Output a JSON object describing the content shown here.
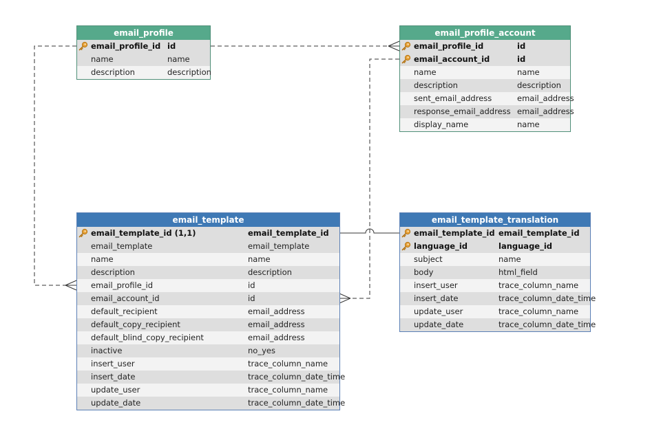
{
  "entities": [
    {
      "name": "email_profile",
      "theme": "green",
      "rows": [
        {
          "name": "email_profile_id",
          "type": "id",
          "pk": true
        },
        {
          "name": "name",
          "type": "name",
          "pk": false
        },
        {
          "name": "description",
          "type": "description",
          "pk": false
        }
      ]
    },
    {
      "name": "email_profile_account",
      "theme": "green",
      "rows": [
        {
          "name": "email_profile_id",
          "type": "id",
          "pk": true
        },
        {
          "name": "email_account_id",
          "type": "id",
          "pk": true
        },
        {
          "name": "name",
          "type": "name",
          "pk": false
        },
        {
          "name": "description",
          "type": "description",
          "pk": false
        },
        {
          "name": "sent_email_address",
          "type": "email_address",
          "pk": false
        },
        {
          "name": "response_email_address",
          "type": "email_address",
          "pk": false
        },
        {
          "name": "display_name",
          "type": "name",
          "pk": false
        }
      ]
    },
    {
      "name": "email_template",
      "theme": "blue",
      "rows": [
        {
          "name": "email_template_id (1,1)",
          "type": "email_template_id",
          "pk": true
        },
        {
          "name": "email_template",
          "type": "email_template",
          "pk": false
        },
        {
          "name": "name",
          "type": "name",
          "pk": false
        },
        {
          "name": "description",
          "type": "description",
          "pk": false
        },
        {
          "name": "email_profile_id",
          "type": "id",
          "pk": false
        },
        {
          "name": "email_account_id",
          "type": "id",
          "pk": false
        },
        {
          "name": "default_recipient",
          "type": "email_address",
          "pk": false
        },
        {
          "name": "default_copy_recipient",
          "type": "email_address",
          "pk": false
        },
        {
          "name": "default_blind_copy_recipient",
          "type": "email_address",
          "pk": false
        },
        {
          "name": "inactive",
          "type": "no_yes",
          "pk": false
        },
        {
          "name": "insert_user",
          "type": "trace_column_name",
          "pk": false
        },
        {
          "name": "insert_date",
          "type": "trace_column_date_time",
          "pk": false
        },
        {
          "name": "update_user",
          "type": "trace_column_name",
          "pk": false
        },
        {
          "name": "update_date",
          "type": "trace_column_date_time",
          "pk": false
        }
      ]
    },
    {
      "name": "email_template_translation",
      "theme": "blue",
      "rows": [
        {
          "name": "email_template_id",
          "type": "email_template_id",
          "pk": true
        },
        {
          "name": "language_id",
          "type": "language_id",
          "pk": true
        },
        {
          "name": "subject",
          "type": "name",
          "pk": false
        },
        {
          "name": "body",
          "type": "html_field",
          "pk": false
        },
        {
          "name": "insert_user",
          "type": "trace_column_name",
          "pk": false
        },
        {
          "name": "insert_date",
          "type": "trace_column_date_time",
          "pk": false
        },
        {
          "name": "update_user",
          "type": "trace_column_name",
          "pk": false
        },
        {
          "name": "update_date",
          "type": "trace_column_date_time",
          "pk": false
        }
      ]
    }
  ],
  "relationships": [
    {
      "from": "email_profile.email_profile_id",
      "to": "email_profile_account.email_profile_id",
      "identifying": false
    },
    {
      "from": "email_profile.email_profile_id",
      "to": "email_template.email_profile_id",
      "identifying": false
    },
    {
      "from": "email_profile_account.email_account_id",
      "to": "email_template.email_account_id",
      "identifying": false
    },
    {
      "from": "email_template.email_template_id",
      "to": "email_template_translation.email_template_id",
      "identifying": true
    }
  ],
  "icons": {
    "primary_key": "key-icon"
  },
  "colors": {
    "green_header": "#56a98b",
    "blue_header": "#3f79b5",
    "pk_row": "#dedede",
    "alt_row": "#f3f3f3",
    "key_icon": "#e0a030"
  }
}
